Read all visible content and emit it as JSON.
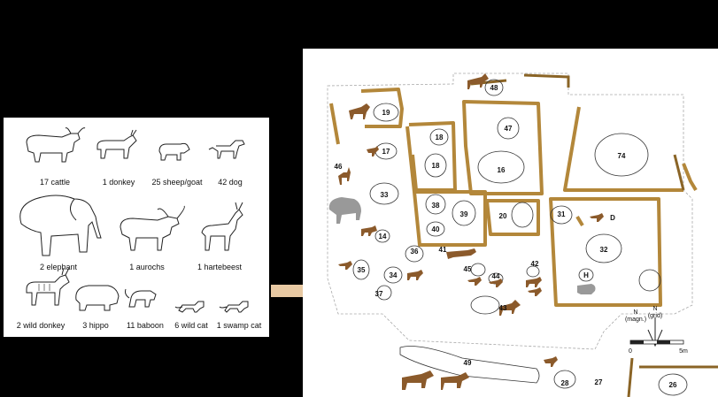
{
  "legend": {
    "items": [
      {
        "count": "17",
        "name": "cattle",
        "icon": "cattle-icon"
      },
      {
        "count": "1",
        "name": "donkey",
        "icon": "donkey-icon"
      },
      {
        "count": "25",
        "name": "sheep/goat",
        "icon": "sheep-icon"
      },
      {
        "count": "42",
        "name": "dog",
        "icon": "dog-icon"
      },
      {
        "count": "2",
        "name": "elephant",
        "icon": "elephant-icon"
      },
      {
        "count": "1",
        "name": "aurochs",
        "icon": "aurochs-icon"
      },
      {
        "count": "1",
        "name": "hartebeest",
        "icon": "hartebeest-icon"
      },
      {
        "count": "2",
        "name": "wild donkey",
        "icon": "wild-donkey-icon"
      },
      {
        "count": "3",
        "name": "hippo",
        "icon": "hippo-icon"
      },
      {
        "count": "11",
        "name": "baboon",
        "icon": "baboon-icon"
      },
      {
        "count": "6",
        "name": "wild cat",
        "icon": "wild-cat-icon"
      },
      {
        "count": "1",
        "name": "swamp cat",
        "icon": "swamp-cat-icon"
      }
    ]
  },
  "site": {
    "features": [
      "19",
      "17",
      "46",
      "18",
      "18",
      "47",
      "48",
      "16",
      "74",
      "33",
      "38",
      "39",
      "20",
      "31",
      "D",
      "40",
      "14",
      "32",
      "36",
      "41",
      "35",
      "34",
      "45",
      "44",
      "42",
      "37",
      "H",
      "43",
      "49",
      "28",
      "27",
      "26"
    ],
    "north": {
      "magnetic": "N",
      "magnetic_note": "(magn.)",
      "grid": "N",
      "grid_note": "(grid)"
    },
    "scale": {
      "start": "0",
      "end": "5m"
    }
  },
  "colors": {
    "wall": "#b3873a",
    "wall_dark": "#8a6426",
    "animal": "#8b5a2b",
    "elephant_grey": "#999999",
    "arrow": "#e8c9a3"
  }
}
